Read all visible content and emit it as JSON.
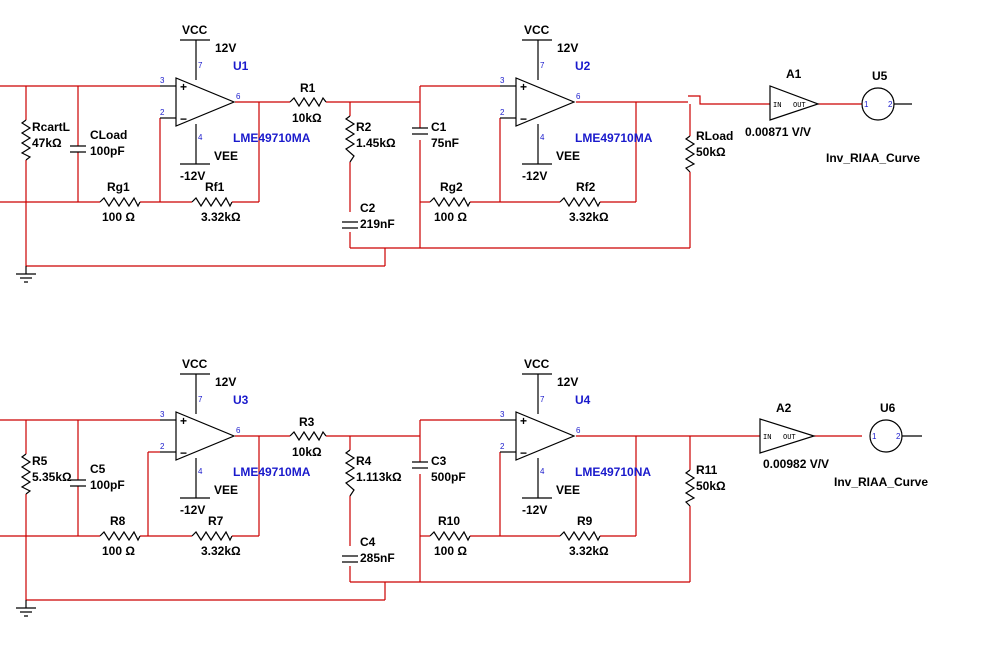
{
  "top": {
    "vcc1": "VCC",
    "v12p1": "12V",
    "u1": "U1",
    "veem1": "VEE",
    "v12n1": "-12V",
    "part1": "LME49710MA",
    "vcc2": "VCC",
    "v12p2": "12V",
    "u2": "U2",
    "veem2": "VEE",
    "v12n2": "-12V",
    "part2": "LME49710MA",
    "rcart_name": "RcartL",
    "rcart_val": "47kΩ",
    "cload_name": "CLoad",
    "cload_val": "100pF",
    "rg1_name": "Rg1",
    "rg1_val": "100 Ω",
    "rf1_name": "Rf1",
    "rf1_val": "3.32kΩ",
    "r1_name": "R1",
    "r1_val": "10kΩ",
    "r2_name": "R2",
    "r2_val": "1.45kΩ",
    "c2_name": "C2",
    "c2_val": "219nF",
    "c1_name": "C1",
    "c1_val": "75nF",
    "rg2_name": "Rg2",
    "rg2_val": "100 Ω",
    "rf2_name": "Rf2",
    "rf2_val": "3.32kΩ",
    "rload_name": "RLoad",
    "rload_val": "50kΩ",
    "a_name": "A1",
    "a_gain": "0.00871 V/V",
    "amp_in": "IN",
    "amp_out": "OUT",
    "u_name": "U5",
    "u_label": "Inv_RIAA_Curve",
    "p1": "1",
    "p2": "2"
  },
  "bottom": {
    "vcc1": "VCC",
    "v12p1": "12V",
    "u1": "U3",
    "veem1": "VEE",
    "v12n1": "-12V",
    "part1": "LME49710MA",
    "vcc2": "VCC",
    "v12p2": "12V",
    "u2": "U4",
    "veem2": "VEE",
    "v12n2": "-12V",
    "part2": "LME49710NA",
    "rcart_name": "R5",
    "rcart_val": "5.35kΩ",
    "cload_name": "C5",
    "cload_val": "100pF",
    "rg1_name": "R8",
    "rg1_val": "100 Ω",
    "rf1_name": "R7",
    "rf1_val": "3.32kΩ",
    "r1_name": "R3",
    "r1_val": "10kΩ",
    "r2_name": "R4",
    "r2_val": "1.113kΩ",
    "c2_name": "C4",
    "c2_val": "285nF",
    "c1_name": "C3",
    "c1_val": "500pF",
    "rg2_name": "R10",
    "rg2_val": "100 Ω",
    "rf2_name": "R9",
    "rf2_val": "3.32kΩ",
    "rload_name": "R11",
    "rload_val": "50kΩ",
    "a_name": "A2",
    "a_gain": "0.00982 V/V",
    "amp_in": "IN",
    "amp_out": "OUT",
    "u_name": "U6",
    "u_label": "Inv_RIAA_Curve",
    "p1": "1",
    "p2": "2"
  },
  "pins": {
    "plus_in": "3",
    "minus_in": "2",
    "out": "6",
    "vpos": "7",
    "vneg": "4",
    "plus": "+",
    "minus": "−"
  },
  "colors": {
    "wire": "#cc0000",
    "component": "#000000",
    "label_blue": "#1a1acc"
  }
}
